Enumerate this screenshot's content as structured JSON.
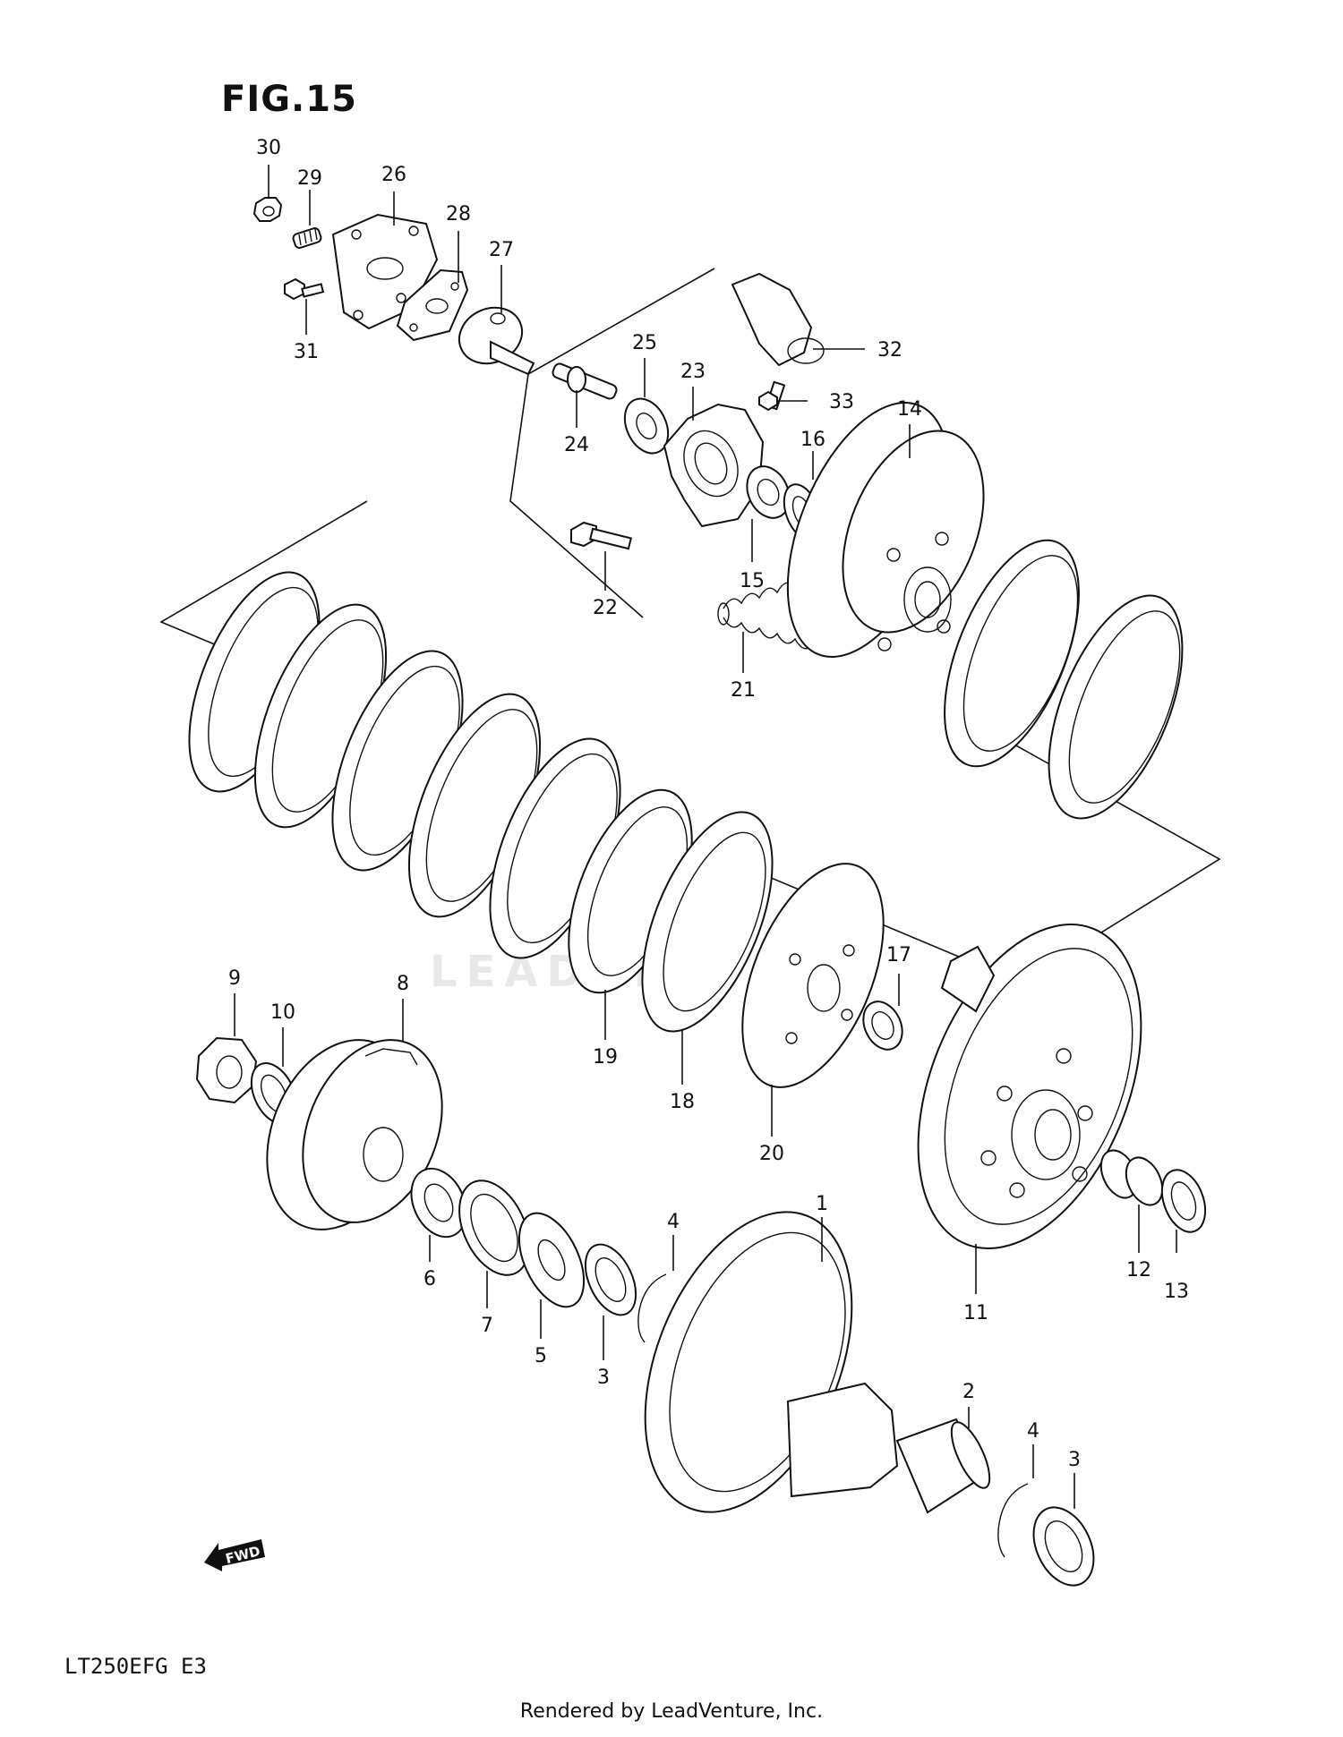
{
  "figure": {
    "title": "FIG.15",
    "model_code": "LT250EFG  E3",
    "credit": "Rendered by LeadVenture, Inc.",
    "watermark": "LEADVENTURE",
    "fwd_label": "FWD"
  },
  "callouts": [
    {
      "id": "1",
      "label": "1"
    },
    {
      "id": "2",
      "label": "2"
    },
    {
      "id": "3a",
      "label": "3"
    },
    {
      "id": "3b",
      "label": "3"
    },
    {
      "id": "4a",
      "label": "4"
    },
    {
      "id": "4b",
      "label": "4"
    },
    {
      "id": "5",
      "label": "5"
    },
    {
      "id": "6",
      "label": "6"
    },
    {
      "id": "7",
      "label": "7"
    },
    {
      "id": "8",
      "label": "8"
    },
    {
      "id": "9",
      "label": "9"
    },
    {
      "id": "10",
      "label": "10"
    },
    {
      "id": "11",
      "label": "11"
    },
    {
      "id": "12",
      "label": "12"
    },
    {
      "id": "13",
      "label": "13"
    },
    {
      "id": "14",
      "label": "14"
    },
    {
      "id": "15",
      "label": "15"
    },
    {
      "id": "16",
      "label": "16"
    },
    {
      "id": "17",
      "label": "17"
    },
    {
      "id": "18",
      "label": "18"
    },
    {
      "id": "19",
      "label": "19"
    },
    {
      "id": "20",
      "label": "20"
    },
    {
      "id": "21",
      "label": "21"
    },
    {
      "id": "22",
      "label": "22"
    },
    {
      "id": "23",
      "label": "23"
    },
    {
      "id": "24",
      "label": "24"
    },
    {
      "id": "25",
      "label": "25"
    },
    {
      "id": "26",
      "label": "26"
    },
    {
      "id": "27",
      "label": "27"
    },
    {
      "id": "28",
      "label": "28"
    },
    {
      "id": "29",
      "label": "29"
    },
    {
      "id": "30",
      "label": "30"
    },
    {
      "id": "31",
      "label": "31"
    },
    {
      "id": "32",
      "label": "32"
    },
    {
      "id": "33",
      "label": "33"
    }
  ]
}
